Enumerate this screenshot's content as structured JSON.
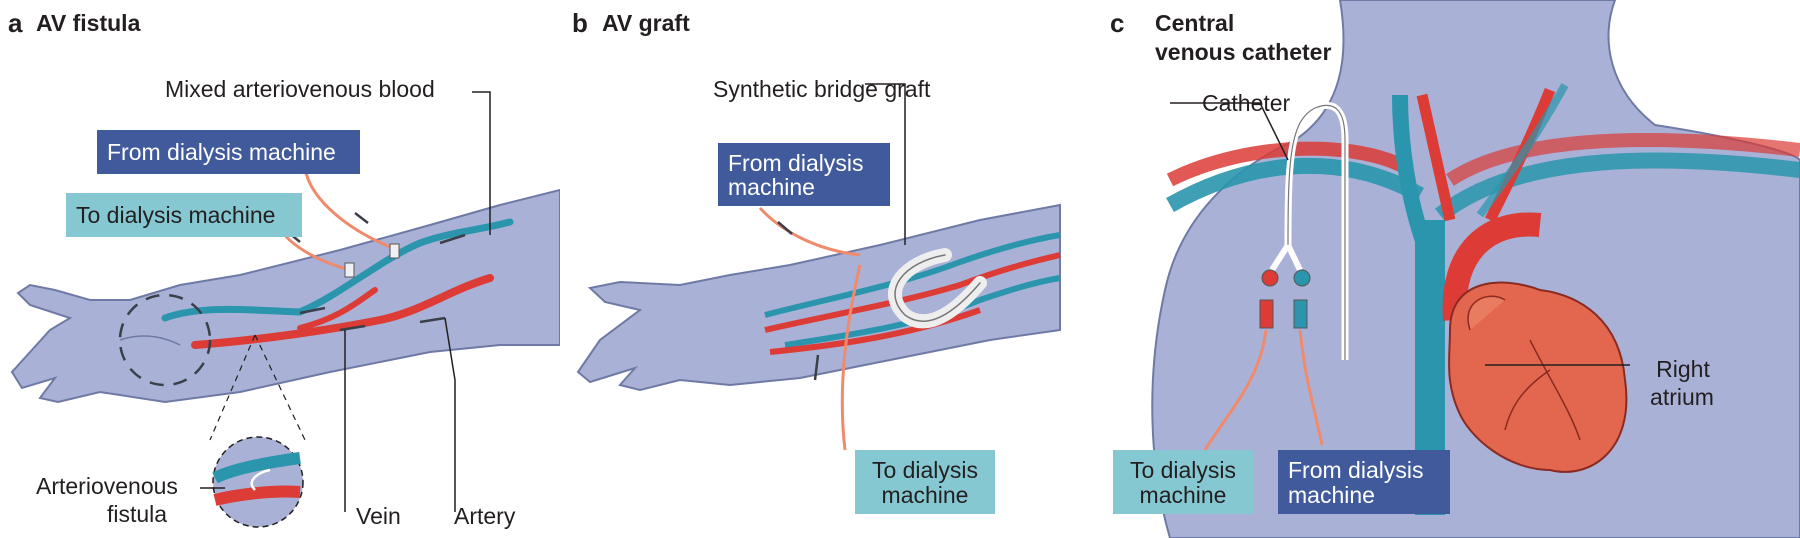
{
  "panel_a": {
    "letter": "a",
    "title": "AV fistula",
    "mixed_label": "Mixed arteriovenous blood",
    "from_box": "From dialysis machine",
    "to_box": "To dialysis machine",
    "fistula_label_1": "Arteriovenous",
    "fistula_label_2": "fistula",
    "vein_label": "Vein",
    "artery_label": "Artery"
  },
  "panel_b": {
    "letter": "b",
    "title": "AV graft",
    "graft_label": "Synthetic bridge graft",
    "from_box_1": "From dialysis",
    "from_box_2": "machine",
    "to_box_1": "To dialysis",
    "to_box_2": "machine"
  },
  "panel_c": {
    "letter": "c",
    "title_1": "Central",
    "title_2": "venous catheter",
    "catheter_label": "Catheter",
    "right_label_1": "Right",
    "right_label_2": "atrium",
    "to_box_1": "To dialysis",
    "to_box_2": "machine",
    "from_box_1": "From dialysis",
    "from_box_2": "machine"
  },
  "colors": {
    "skin": "#a9b2d6",
    "skin_edge": "#6f79a6",
    "vein": "#2a95ad",
    "artery": "#dc3b36",
    "tube": "#f08a6c",
    "dark_box": "#405a9c",
    "light_box": "#86c8d2"
  }
}
